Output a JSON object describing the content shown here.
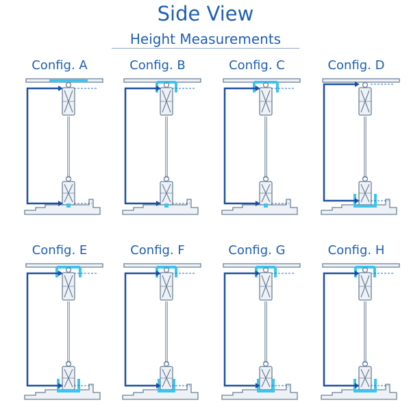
{
  "header": {
    "title": "Side View",
    "subtitle": "Height Measurements"
  },
  "colors": {
    "title": "#1f5fb0",
    "arrow": "#1a4fa0",
    "highlight": "#3cc4f0",
    "hardware_stroke": "#6a7f97",
    "hardware_fill": "#eef2f6",
    "dashed": "#1f6fc0"
  },
  "configs": [
    {
      "label": "Config. A",
      "top": "plate",
      "bottom": "pin"
    },
    {
      "label": "Config. B",
      "top": "bracket",
      "bottom": "pin"
    },
    {
      "label": "Config. C",
      "top": "bracket-wide",
      "bottom": "pin"
    },
    {
      "label": "Config. D",
      "top": "none",
      "bottom": "channel"
    },
    {
      "label": "Config. E",
      "top": "bracket-wide",
      "bottom": "channel"
    },
    {
      "label": "Config. F",
      "top": "bracket",
      "bottom": "channel-narrow"
    },
    {
      "label": "Config. G",
      "top": "bracket",
      "bottom": "channel-narrow"
    },
    {
      "label": "Config. H",
      "top": "bracket",
      "bottom": "channel"
    }
  ]
}
